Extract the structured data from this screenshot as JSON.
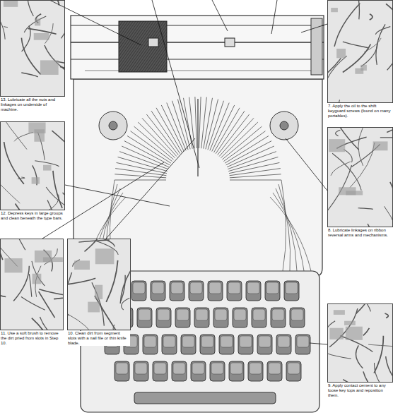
{
  "diagram": {
    "nodes": [
      {
        "text": [
          "13. Lubricate all the nuts and linkages on underside of machine."
        ]
      },
      {
        "text": [
          "7. Apply the oil to the shift keyguard screws (found on many portables)."
        ]
      },
      {
        "text": [
          "12. Depress keys in large groups and clean beneath the type bars."
        ]
      },
      {
        "text": [
          "8. Lubricate linkages on ribbon reversal arms and mechanisms."
        ]
      },
      {
        "text": [
          "11. Use a soft brush to remove the dirt pried from slots in Step 10."
        ]
      },
      {
        "text": [
          "10. Clean dirt from segment slots with a nail file or thin knife blade."
        ]
      },
      {
        "text": [
          "9. Apply contact cement to any loose key tops and reposition them."
        ]
      }
    ],
    "edges": []
  }
}
